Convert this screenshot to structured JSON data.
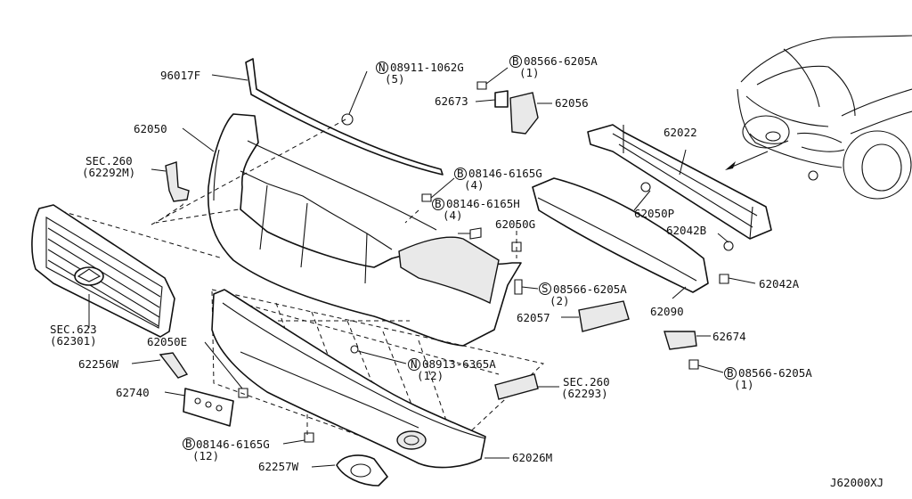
{
  "diagram": {
    "ref_code": "J62000XJ",
    "labels": {
      "p96017F": "96017F",
      "p62050": "62050",
      "sec260a": "SEC.260",
      "sec260a_sub": "(62292M)",
      "sec623": "SEC.623",
      "sec623_sub": "(62301)",
      "p62050E": "62050E",
      "p62256W": "62256W",
      "p62740": "62740",
      "b_08146_6165G_low": "08146-6165G",
      "b_08146_6165G_low_qty": "(12)",
      "p62257W": "62257W",
      "n_08911_1062G": "08911-1062G",
      "n_08911_1062G_qty": "(5)",
      "b_08566_6205A_top": "08566-6205A",
      "b_08566_6205A_top_qty": "(1)",
      "p62673": "62673",
      "p62056": "62056",
      "b_08146_6165G": "08146-6165G",
      "b_08146_6165G_qty": "(4)",
      "b_08146_6165H": "08146-6165H",
      "b_08146_6165H_qty": "(4)",
      "p62050G": "62050G",
      "s_08566_6205A": "08566-6205A",
      "s_08566_6205A_qty": "(2)",
      "p62057": "62057",
      "n_08913_6365A": "08913-6365A",
      "n_08913_6365A_qty": "(12)",
      "sec260b": "SEC.260",
      "sec260b_sub": "(62293)",
      "p62026M": "62026M",
      "p62022": "62022",
      "p62050P": "62050P",
      "p62042B": "62042B",
      "p62042A": "62042A",
      "p62090": "62090",
      "p62674": "62674",
      "b_08566_6205A_low": "08566-6205A",
      "b_08566_6205A_low_qty": "(1)"
    },
    "markers": {
      "n": "N",
      "b": "B",
      "s": "S"
    }
  }
}
